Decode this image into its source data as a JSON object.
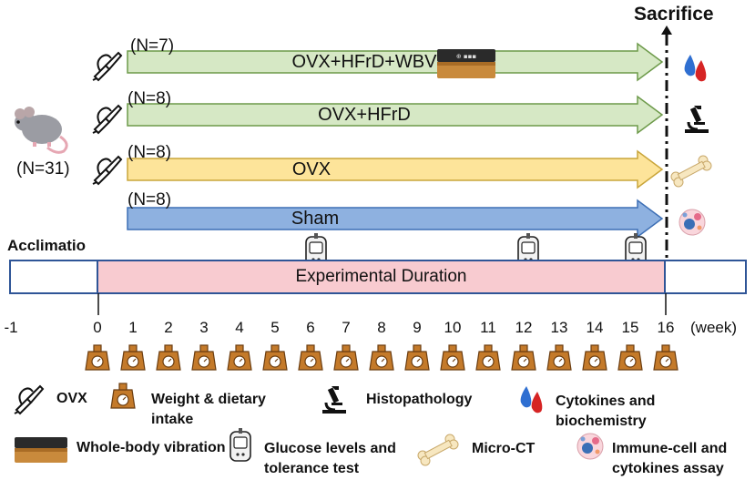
{
  "title": "Sacrifice",
  "mouse_label": "(N=31)",
  "acclimation_label": "Acclimatio",
  "groups": [
    {
      "n": "(N=7)",
      "label": "OVX+HFrD+WBV",
      "fill": "#d6e8c5",
      "stroke": "#6d9a4a"
    },
    {
      "n": "(N=8)",
      "label": "OVX+HFrD",
      "fill": "#d6e8c5",
      "stroke": "#6d9a4a"
    },
    {
      "n": "(N=8)",
      "label": "OVX",
      "fill": "#fde49a",
      "stroke": "#c9a53a"
    },
    {
      "n": "(N=8)",
      "label": "Sham",
      "fill": "#8eb1e0",
      "stroke": "#3d6fb5"
    }
  ],
  "timeline": {
    "label": "Experimental Duration",
    "fill": "#f8cbd0",
    "border": "#2f5597",
    "start_label": "-1",
    "weeks": [
      "0",
      "1",
      "2",
      "3",
      "4",
      "5",
      "6",
      "7",
      "8",
      "9",
      "10",
      "11",
      "12",
      "13",
      "14",
      "15",
      "16"
    ],
    "unit": "(week)",
    "glucose_weeks": [
      "6",
      "12",
      "15"
    ]
  },
  "legend": {
    "ovx": "OVX",
    "weight": "Weight & dietary intake",
    "histo": "Histopathology",
    "cytokines": "Cytokines and biochemistry",
    "wbv": "Whole-body vibration",
    "glucose": "Glucose levels and tolerance test",
    "microct": "Micro-CT",
    "immune": "Immune-cell and cytokines assay"
  }
}
